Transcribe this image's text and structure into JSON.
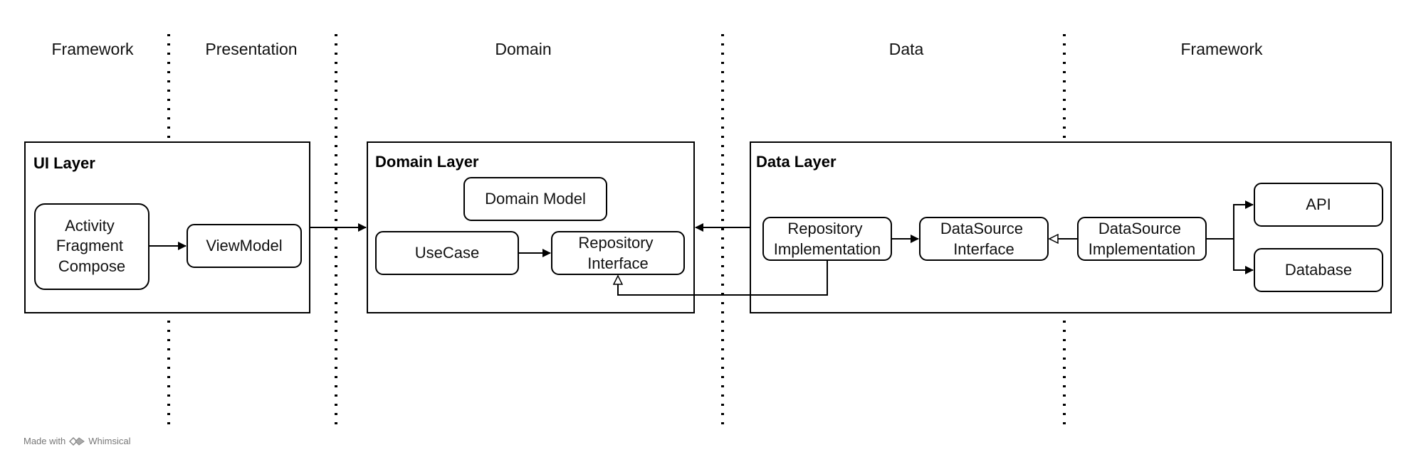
{
  "columns": {
    "framework_left": "Framework",
    "presentation": "Presentation",
    "domain": "Domain",
    "data": "Data",
    "framework_right": "Framework"
  },
  "layers": {
    "ui": {
      "title": "UI Layer",
      "activity_lines": [
        "Activity",
        "Fragment",
        "Compose"
      ],
      "viewmodel": "ViewModel"
    },
    "domain": {
      "title": "Domain Layer",
      "domain_model": "Domain Model",
      "usecase": "UseCase",
      "repository_interface_lines": [
        "Repository",
        "Interface"
      ]
    },
    "data": {
      "title": "Data Layer",
      "repository_impl_lines": [
        "Repository",
        "Implementation"
      ],
      "datasource_interface_lines": [
        "DataSource",
        "Interface"
      ],
      "datasource_impl_lines": [
        "DataSource",
        "Implementation"
      ],
      "api": "API",
      "database": "Database"
    }
  },
  "watermark": {
    "prefix": "Made with",
    "brand": "Whimsical"
  }
}
